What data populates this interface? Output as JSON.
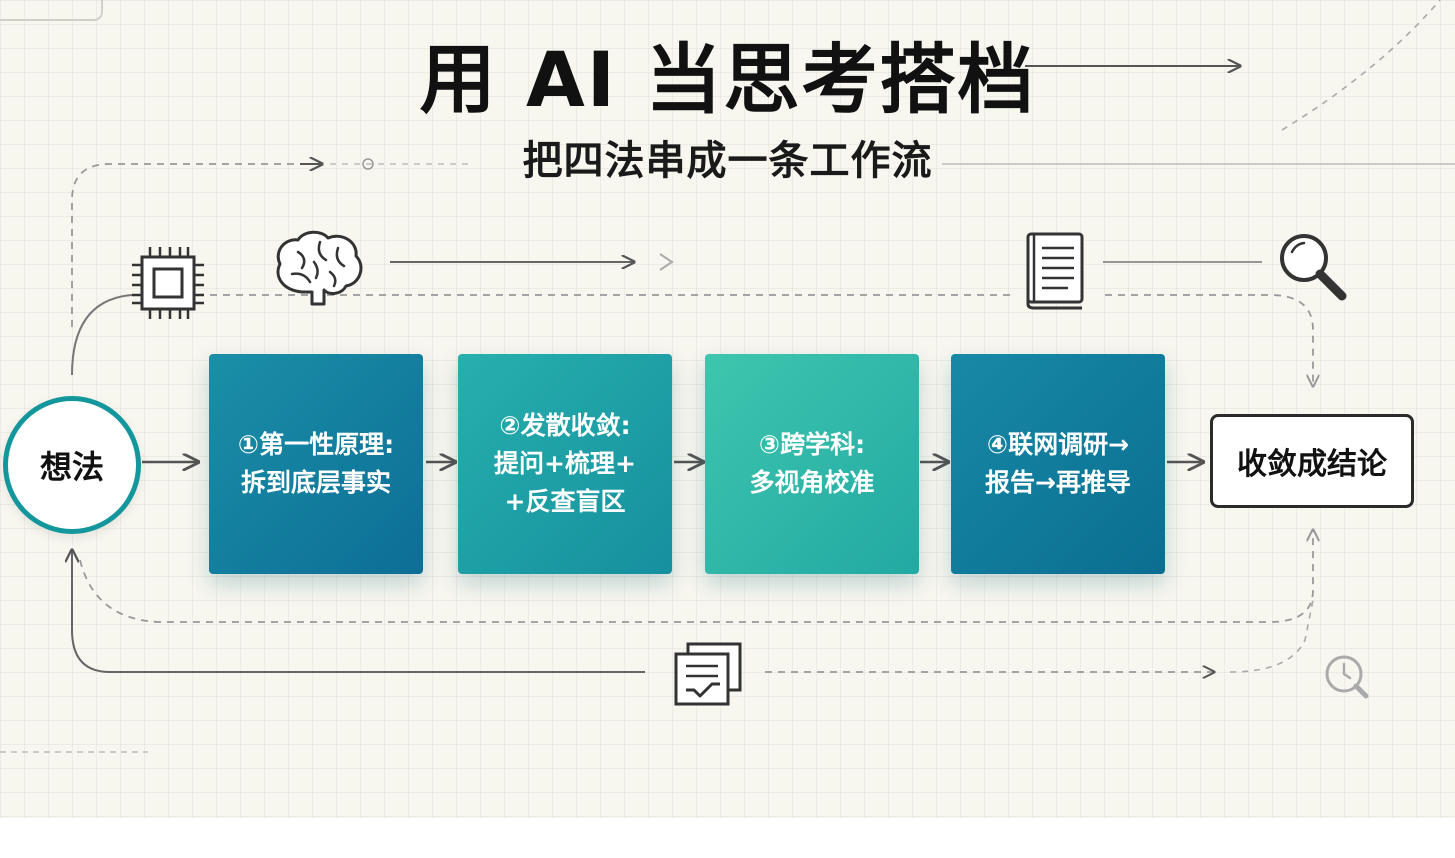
{
  "header": {
    "title": "用 AI 当思考搭档",
    "subtitle": "把四法串成一条工作流"
  },
  "flow": {
    "start": "想法",
    "steps": [
      {
        "label": "①第一性原理:\n拆到底层事实"
      },
      {
        "label": "②发散收敛:\n提问+梳理+\n+反查盲区"
      },
      {
        "label": "③跨学科:\n多视角校准"
      },
      {
        "label": "④联网调研→\n报告→再推导"
      }
    ],
    "end": "收敛成结论"
  },
  "icons": [
    "chip-icon",
    "brain-icon",
    "book-icon",
    "magnifier-icon",
    "checklist-icon",
    "clock-magnifier-icon"
  ],
  "colors": {
    "step1": "#0d6e96",
    "step2": "#168f9f",
    "step3": "#22a9a3",
    "step4": "#0b6e91",
    "start_ring": "#14979c"
  }
}
